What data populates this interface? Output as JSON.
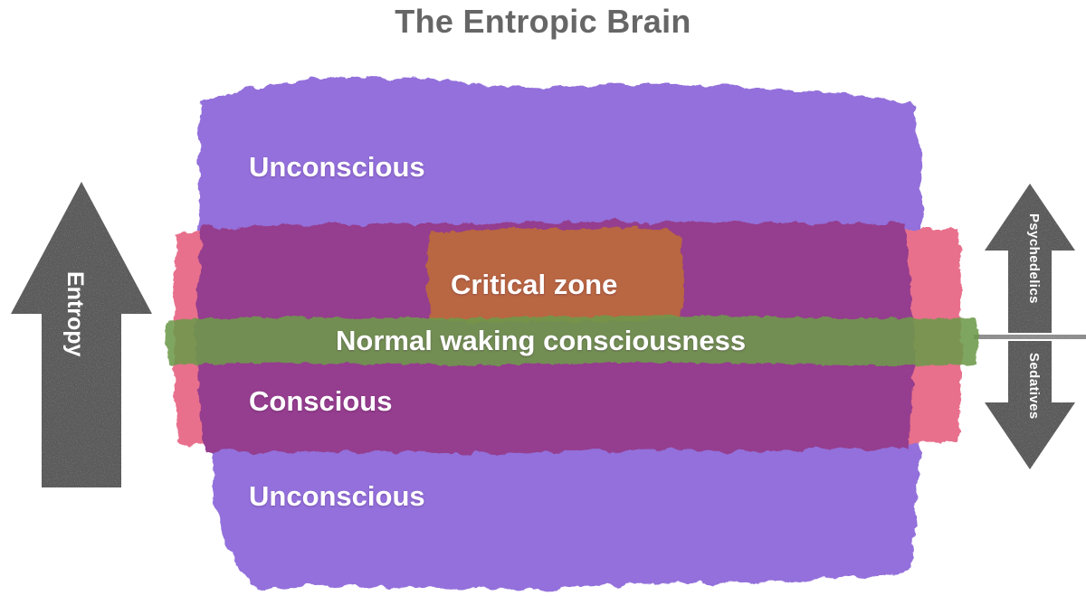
{
  "title": "The Entropic Brain",
  "diagram": {
    "zones": [
      {
        "id": "unconscious-top",
        "label": "Unconscious",
        "color": "#9370DB"
      },
      {
        "id": "conscious",
        "label": "Conscious",
        "color": "#953C8E"
      },
      {
        "id": "critical-zone",
        "label": "Critical zone",
        "color": "#BC6A3E"
      },
      {
        "id": "normal-waking",
        "label": "Normal waking consciousness",
        "color": "#6E9A4C"
      },
      {
        "id": "unconscious-bottom",
        "label": "Unconscious",
        "color": "#9370DB"
      },
      {
        "id": "edge-band",
        "label": "",
        "color": "#E8708C"
      }
    ],
    "axes": {
      "entropy": {
        "label": "Entropy",
        "direction": "up",
        "color": "#5B5B5B"
      },
      "drug_scale": {
        "up_label": "Psychedelics",
        "down_label": "Sedatives",
        "direction": "both",
        "color": "#5B5B5B"
      }
    }
  },
  "colors": {
    "title": "#666666",
    "label_text": "#FFFFFF",
    "arrow": "#5B5B5B",
    "background": "#FFFFFF",
    "unconscious": "#9370DB",
    "conscious": "#953C8E",
    "critical": "#BC6A3E",
    "normal_waking": "#6E9A4C",
    "edge_pink": "#E8708C"
  }
}
